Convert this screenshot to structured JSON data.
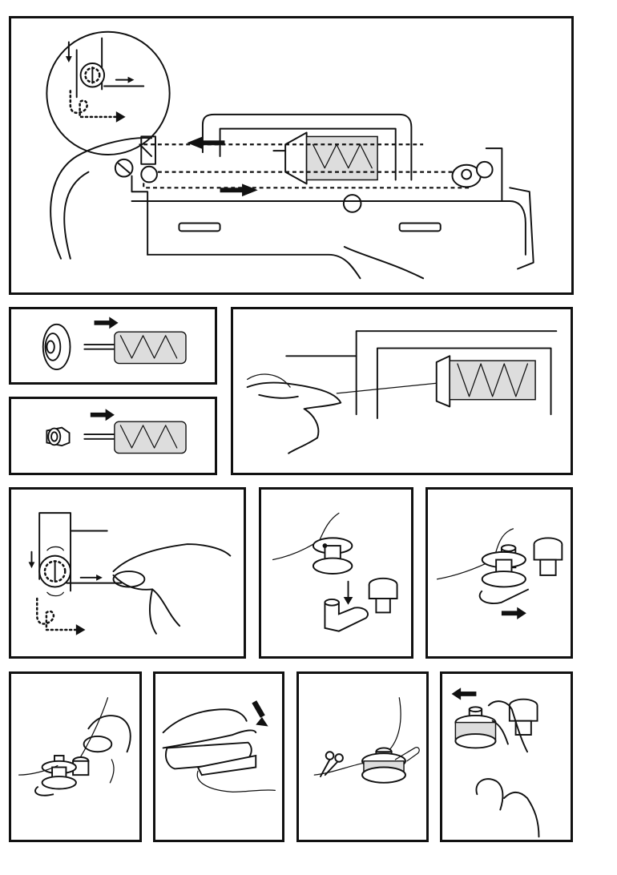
{
  "document": {
    "type": "illustrated instruction page",
    "topic": "bobbin winding",
    "panels": [
      {
        "id": "overview",
        "icon": "machine-top-threading-icon"
      },
      {
        "id": "large-spool-cap",
        "icon": "large-spool-cap-icon"
      },
      {
        "id": "small-spool-cap",
        "icon": "small-spool-cap-icon"
      },
      {
        "id": "pull-thread",
        "icon": "hand-pulling-thread-icon"
      },
      {
        "id": "thread-guide",
        "icon": "thread-guide-icon"
      },
      {
        "id": "bobbin-onto-pin",
        "icon": "bobbin-pin-icon"
      },
      {
        "id": "push-right",
        "icon": "bobbin-push-right-icon"
      },
      {
        "id": "hold-thread",
        "icon": "hand-holding-thread-icon"
      },
      {
        "id": "foot-pedal",
        "icon": "foot-pedal-icon"
      },
      {
        "id": "cut-thread",
        "icon": "scissors-icon"
      },
      {
        "id": "push-left",
        "icon": "bobbin-push-left-icon"
      }
    ]
  }
}
